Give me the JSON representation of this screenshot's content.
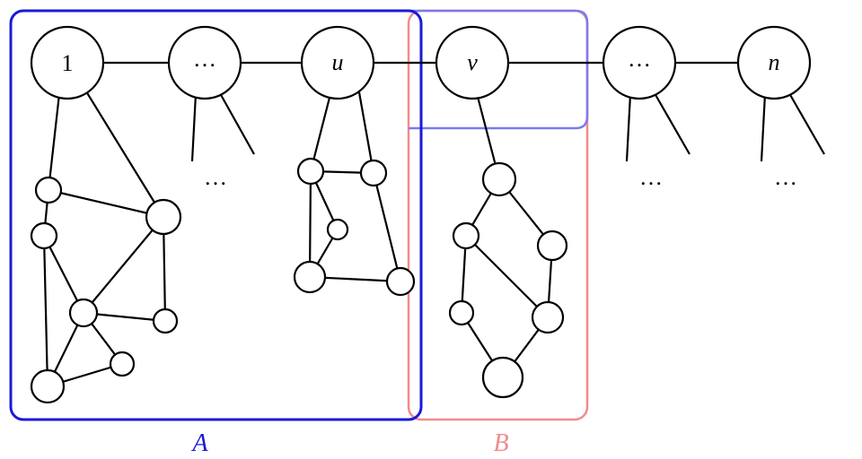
{
  "diagram": {
    "colors": {
      "set_a": "#1a1ad6",
      "set_b_red": "#f08c8c",
      "set_b_blue": "#7a7af0",
      "stroke": "#000000"
    },
    "nodes": {
      "n1": "1",
      "n2": "…",
      "u": "u",
      "v": "v",
      "n5": "…",
      "n": "n"
    },
    "ellipses": {
      "e1": "…",
      "e2": "…",
      "e3": "…"
    },
    "sets": {
      "a": "A",
      "b": "B"
    }
  }
}
